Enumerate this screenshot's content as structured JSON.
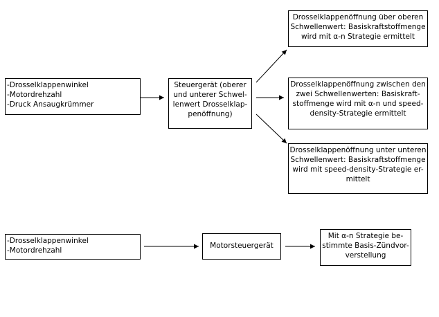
{
  "diagram1": {
    "inputs": [
      "-Drosselklappenwinkel",
      "-Motordrehzahl",
      "-Druck Ansaugkrümmer"
    ],
    "controller": [
      "Steuergerät (oberer",
      "und unterer Schwel-",
      "lenwert Drosselklap-",
      "penöffnung)"
    ],
    "outcome_upper": [
      "Drosselklappenöffnung über oberen",
      "Schwellenwert: Basiskraftstoffmenge",
      "wird mit α-n Strategie ermittelt"
    ],
    "outcome_between": [
      "Drosselklappenöffnung zwischen den",
      "zwei Schwellenwerten: Basiskraft-",
      "stoffmenge wird mit α-n und speed-",
      "density-Strategie ermittelt"
    ],
    "outcome_lower": [
      "Drosselklappenöffnung unter unteren",
      "Schwellenwert: Basiskraftstoffmenge",
      "wird mit speed-density-Strategie er-",
      "mittelt"
    ]
  },
  "diagram2": {
    "inputs": [
      "-Drosselklappenwinkel",
      "-Motordrehzahl"
    ],
    "controller": [
      "Motorsteuergerät"
    ],
    "result": [
      "Mit α-n Strategie be-",
      "stimmte Basis-Zündvor-",
      "verstellung"
    ]
  }
}
